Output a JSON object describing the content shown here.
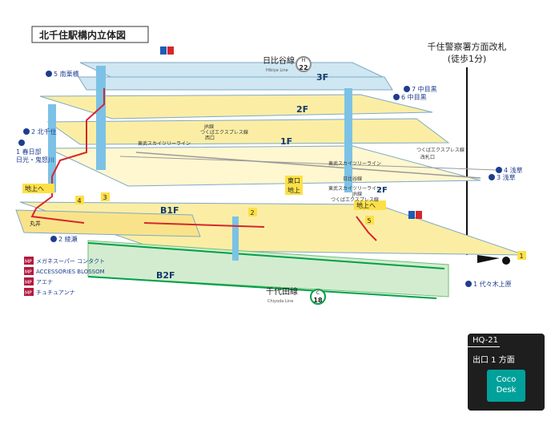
{
  "title": "北千住駅構内立体図",
  "destination": {
    "name": "千住警察署方面改札",
    "walk": "(徒歩1分)"
  },
  "floors": [
    "3F",
    "2F",
    "1F",
    "B1F",
    "B2F"
  ],
  "lines": {
    "hibiya": {
      "name_jp": "日比谷線",
      "name_en": "Hibiya Line",
      "letter": "H",
      "number": "22",
      "color": "#8c8c8c"
    },
    "chiyoda": {
      "name_jp": "千代田線",
      "name_en": "Chiyoda Line",
      "letter": "C",
      "number": "18",
      "color": "#00a047"
    }
  },
  "platforms": {
    "p5": "5 南栗橋",
    "p7": "7 中目黒",
    "p6": "6 中目黒",
    "p2_up": "2 北千住",
    "p1_up": "1 春日部",
    "p1_up_sub": "日光・鬼怒川",
    "p3": "3 浅草",
    "p4": "4 浅草",
    "p2_b2": "2 綾瀬",
    "p1_b2": "1 代々木上原"
  },
  "labels": {
    "east_exit": "東口",
    "ground": "地上",
    "to_ground": "地上へ",
    "maru": "丸井",
    "jr_west": "JR線\nつくばエクスプレス線\n西口",
    "skytree_1": "東武スカイツリーライン",
    "skytree_2": "東武スカイツリーライン",
    "tx_line": "つくばエクスプレス線",
    "kaisatsu": "改札口",
    "transfer_1": "日比谷線",
    "transfer_2": "東武スカイツリーライン",
    "transfer_3": "JR線",
    "transfer_4": "つくばエクスプレス線"
  },
  "exit_numbers": [
    "1",
    "2",
    "3",
    "4",
    "5"
  ],
  "shops": [
    {
      "mark": "MP",
      "name": "メガネスーパー コンタクト"
    },
    {
      "mark": "MP",
      "name": "ACCESSORIES BLOSSOM"
    },
    {
      "mark": "MP",
      "name": "アエナ"
    },
    {
      "mark": "MP",
      "name": "チュチュアンナ"
    }
  ],
  "hq": {
    "code": "HQ-21",
    "exit": "出口 1 方面",
    "brand_line1": "Coco",
    "brand_line2": "Desk"
  },
  "colors": {
    "floor_fill": "#fbeea4",
    "floor_edge": "#7fa9c7",
    "b2_fill": "#d3ecd0",
    "route_red": "#d7262b",
    "pillar_blue": "#7cc2e6",
    "platform_blue": "#1e3d8f",
    "hq_badge": "#00a19a"
  }
}
